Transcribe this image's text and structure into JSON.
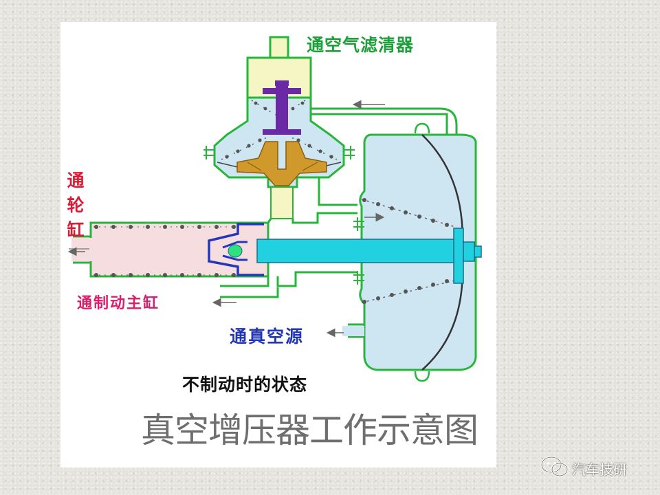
{
  "labels": {
    "to_air_filter": "通空气滤清器",
    "to_wheel_cylinder": "通轮缸",
    "to_master_cylinder": "通制动主缸",
    "to_vacuum_source": "通真空源",
    "state": "不制动时的状态",
    "title": "真空增压器工作示意图"
  },
  "watermark": {
    "text": "汽车技研",
    "icon": "wechat-icon"
  },
  "colors": {
    "outline": "#27b53c",
    "chamber_fill": "#cde6f2",
    "valve_top_fill": "#f6f5c4",
    "hydraulic_fill": "#f6dde0",
    "piston_rod": "#22d1e0",
    "valve_stem": "#6a2aa6",
    "valve_seat": "#cf9a2b",
    "label_air": "#1e9f3b",
    "label_wheel": "#d81c36",
    "label_master": "#d81e6c",
    "label_vacuum": "#2236b4"
  }
}
